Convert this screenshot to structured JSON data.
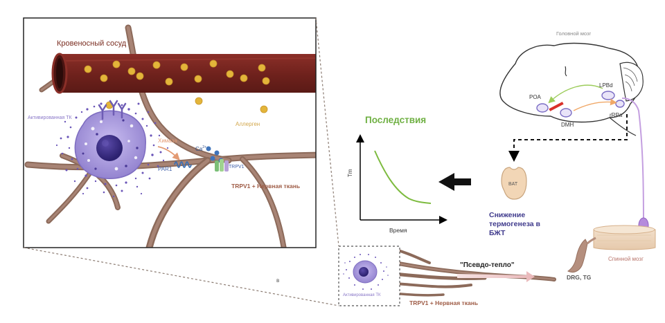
{
  "inset": {
    "vessel_label": "Кровеносный сосуд",
    "activated_mast_cell_label": "Активированная ТК",
    "allergen_label": "Аллерген",
    "chymase_label": "Химаза",
    "par1_label": "PAR1",
    "calcium_label": "Ca",
    "calcium_charge": "2+",
    "trpv1_label": "TRPV1",
    "trpv1_nerve_label": "TRPV1 + Нервная ткань"
  },
  "consequences": {
    "title": "Последствия",
    "y_axis_label": "Tm",
    "x_axis_label": "Время"
  },
  "brain": {
    "label": "Головной мозг",
    "poa": "POA",
    "lpbd": "LPBd",
    "dmh": "DMH",
    "rrpa": "rRPa"
  },
  "bat": {
    "label": "BAT",
    "reduction_line1": "Снижение",
    "reduction_line2": "термогенеза в",
    "reduction_line3": "БЖТ"
  },
  "spinal": {
    "label": "Спинной мозг",
    "drg_tg": "DRG, TG"
  },
  "bottom": {
    "pseudo_heat": "\"Псевдо-тепло\"",
    "mast_cell_label": "Активированная ТК",
    "trpv1_nerve_label": "TRPV1 + Нервная ткань",
    "stray_letter": "в"
  },
  "colors": {
    "vessel": "#7a2a24",
    "nerve": "#8a6a5c",
    "granule": "#e0b53c",
    "mast_cell": "#9c8bd6",
    "nucleus": "#3b2f86",
    "green": "#7dbb3f",
    "title_green": "#6fb043",
    "red_bar": "#d9312a",
    "text_brown": "#9e5b45",
    "purple_text": "#3f3a8c"
  }
}
